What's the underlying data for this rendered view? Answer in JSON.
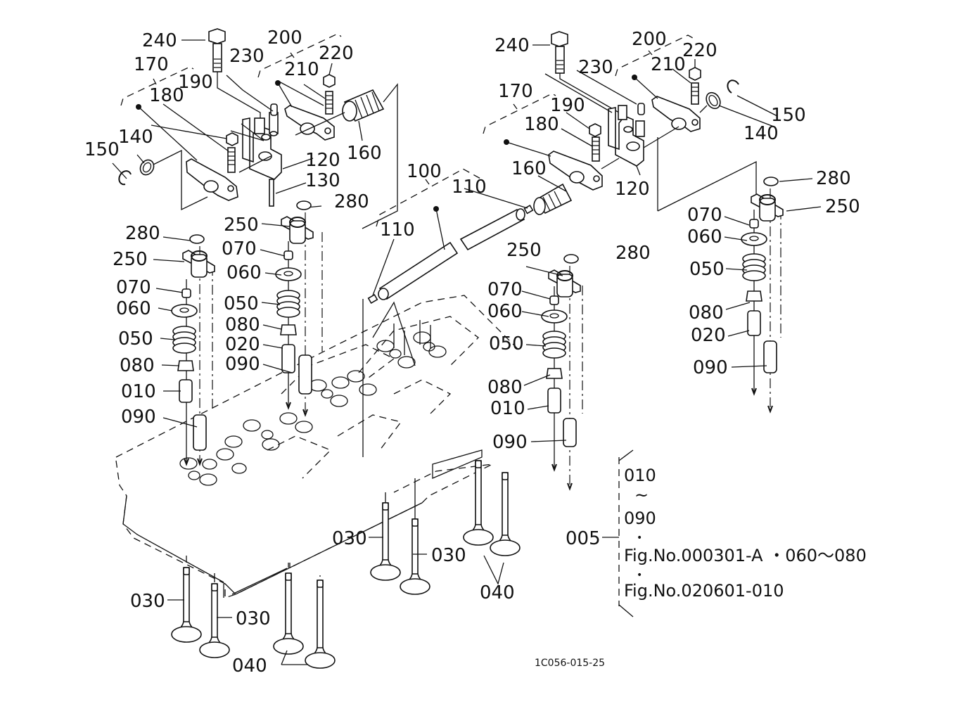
{
  "diagram": {
    "title_code": "1C056-015-25",
    "labels": {
      "l_240": "240",
      "l_200": "200",
      "l_170": "170",
      "l_230": "230",
      "l_220": "220",
      "l_210": "210",
      "l_190": "190",
      "l_180": "180",
      "l_160": "160",
      "l_150": "150",
      "l_140": "140",
      "l_120": "120",
      "l_130": "130",
      "l_280a": "280",
      "r_240": "240",
      "r_200": "200",
      "r_230": "230",
      "r_220": "220",
      "r_210": "210",
      "r_170": "170",
      "r_150": "150",
      "r_140": "140",
      "r_190": "190",
      "r_180": "180",
      "r_160": "160",
      "r_120": "120",
      "s_100": "100",
      "s_110a": "110",
      "s_110b": "110",
      "a_280": "280",
      "a_250": "250",
      "a_070": "070",
      "a_060": "060",
      "a_050": "050",
      "a_080": "080",
      "a_010": "010",
      "a_090": "090",
      "b_250": "250",
      "b_070": "070",
      "b_060": "060",
      "b_050": "050",
      "b_080": "080",
      "b_020": "020",
      "b_090": "090",
      "c_250": "250",
      "c_280": "280",
      "c_070": "070",
      "c_060": "060",
      "c_050": "050",
      "c_080": "080",
      "c_010": "010",
      "c_090": "090",
      "d_280": "280",
      "d_250": "250",
      "d_070": "070",
      "d_060": "060",
      "d_050": "050",
      "d_080": "080",
      "d_020": "020",
      "d_090": "090",
      "v_030a": "030",
      "v_030b": "030",
      "v_030c": "030",
      "v_030d": "030",
      "v_040a": "040",
      "v_040b": "040",
      "n_005": "005"
    },
    "note": {
      "range_start": "010",
      "range_sep": "~",
      "range_end": "090",
      "bullet": "•",
      "ref1": "Fig.No.000301-A ・060～080",
      "ref2": "Fig.No.020601-010"
    }
  }
}
